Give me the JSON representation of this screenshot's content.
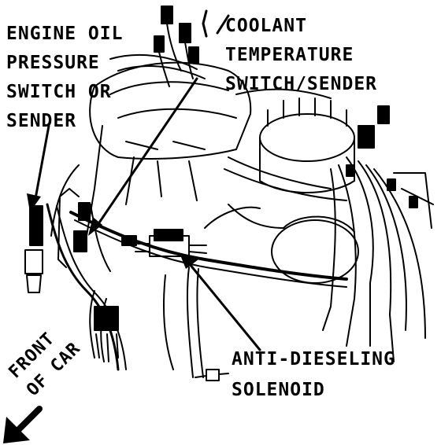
{
  "labels": {
    "engine_oil": [
      "ENGINE OIL",
      "PRESSURE",
      "SWITCH OR",
      "SENDER"
    ],
    "coolant": [
      "COOLANT",
      "TEMPERATURE",
      "SWITCH/SENDER"
    ],
    "solenoid": [
      "ANTI-DIESELING",
      "SOLENOID"
    ],
    "front_of_car": [
      "FRONT",
      "OF CAR"
    ]
  },
  "colors": {
    "ink": "#000000",
    "paper": "#ffffff"
  }
}
